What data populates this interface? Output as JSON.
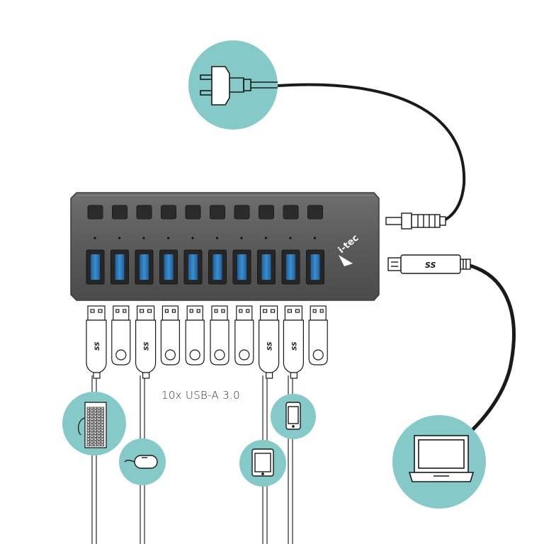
{
  "caption": "10x USB-A 3.0",
  "brand_logo_text": "i-tec",
  "usb_logo_text": "SS",
  "port_count": 10,
  "colors": {
    "circle": "#86c9c9",
    "hub_body": "#5c5c5c",
    "port_blue": "#2f7fc1",
    "cable": "#1a1a1a",
    "outline": "#2a2a2a"
  },
  "icons": {
    "power": "power-plug-icon",
    "laptop": "laptop-icon",
    "keyboard": "keyboard-icon",
    "mouse": "mouse-icon",
    "tablet": "tablet-icon",
    "phone": "phone-icon"
  }
}
